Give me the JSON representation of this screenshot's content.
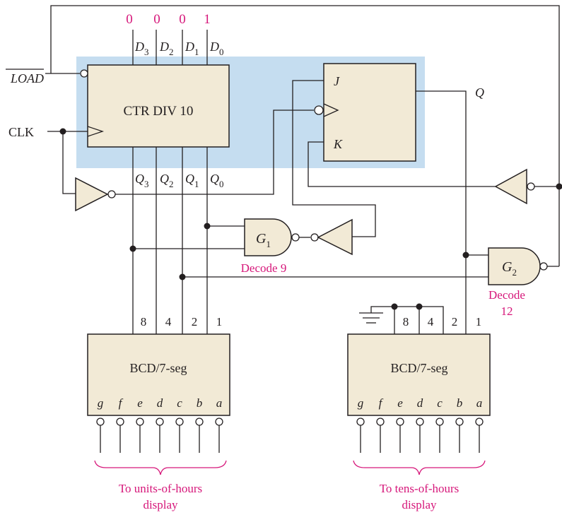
{
  "load_label": "LOAD",
  "clk_label": "CLK",
  "d_inputs": {
    "values": [
      "0",
      "0",
      "0",
      "1"
    ],
    "names": [
      "D",
      "D",
      "D",
      "D"
    ],
    "subs": [
      "3",
      "2",
      "1",
      "0"
    ]
  },
  "counter": {
    "label": "CTR DIV 10"
  },
  "q_outputs": {
    "names": [
      "Q",
      "Q",
      "Q",
      "Q"
    ],
    "subs": [
      "3",
      "2",
      "1",
      "0"
    ]
  },
  "flipflop": {
    "j": "J",
    "k": "K",
    "q": "Q"
  },
  "gates": {
    "g1": {
      "name": "G",
      "sub": "1",
      "caption": "Decode 9"
    },
    "g2": {
      "name": "G",
      "sub": "2",
      "caption_line1": "Decode",
      "caption_line2": "12"
    }
  },
  "decoder_units": {
    "label": "BCD/7-seg",
    "inputs": [
      "8",
      "4",
      "2",
      "1"
    ],
    "segments": [
      "g",
      "f",
      "e",
      "d",
      "c",
      "b",
      "a"
    ],
    "caption_line1": "To units-of-hours",
    "caption_line2": "display"
  },
  "decoder_tens": {
    "label": "BCD/7-seg",
    "inputs": [
      "8",
      "4",
      "2",
      "1"
    ],
    "segments": [
      "g",
      "f",
      "e",
      "d",
      "c",
      "b",
      "a"
    ],
    "caption_line1": "To tens-of-hours",
    "caption_line2": "display"
  },
  "colors": {
    "highlight": "#c5ddf0",
    "block_fill": "#f2ead6",
    "accent": "#d6177a"
  }
}
